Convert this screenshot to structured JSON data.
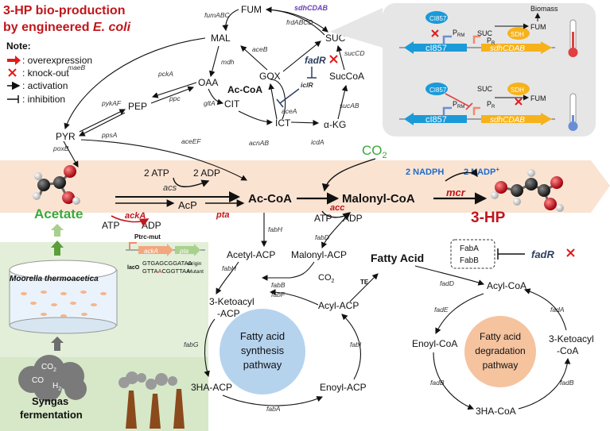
{
  "title": {
    "line1": "3-HP bio-production",
    "line2_prefix": "by engineered ",
    "line2_organism": "E. coli"
  },
  "legend": {
    "heading": "Note:",
    "items": [
      {
        "label": ": overexpression"
      },
      {
        "label": ": knock-out"
      },
      {
        "label": ": activation"
      },
      {
        "label": ": inhibition"
      }
    ]
  },
  "metabolites": {
    "fum": "FUM",
    "mal": "MAL",
    "suc": "SUC",
    "oaa": "OAA",
    "gox": "GOX",
    "ac_coa_top": "Ac-CoA",
    "succoa": "SucCoA",
    "pep": "PEP",
    "pyr": "PYR",
    "cit": "CIT",
    "ict": "ICT",
    "akg": "α-KG",
    "co2": "CO",
    "co2_sub": "2",
    "acetate": "Acetate",
    "acp": "AcP",
    "ac_coa": "Ac-CoA",
    "malonyl_coa": "Malonyl-CoA",
    "hp3": "3-HP",
    "nadph": "2 NADPH",
    "nadp": "2 NADP",
    "nadp_sup": "+",
    "atp2": "2 ATP",
    "adp2": "2 ADP",
    "atp": "ATP",
    "adp": "ADP",
    "atp_b": "ATP",
    "adp_b": "ADP",
    "fatty_acid": "Fatty Acid"
  },
  "enzymes": {
    "fumabc": "fumABC",
    "sdhcdab": "sdhCDAB",
    "frdabcd": "frdABCD",
    "mdh": "mdh",
    "aceb": "aceB",
    "fadr_top": "fadR",
    "iclr": "iclR",
    "succd": "sucCD",
    "sucab": "sucAB",
    "icda": "icdA",
    "acea": "aceA",
    "acnab": "acnAB",
    "glta": "gltA",
    "maeb": "maeB",
    "pcka": "pckA",
    "ppc": "ppc",
    "pykaf": "pykAF",
    "ppsa": "ppsA",
    "poxb": "poxB",
    "aceef": "aceEF",
    "acs": "acs",
    "acka": "ackA",
    "pta": "pta",
    "acc": "acc",
    "mcr": "mcr",
    "fabh": "fabH",
    "fabd": "fabD",
    "te": "TE"
  },
  "circuit": {
    "ci857": "CI857",
    "ci857_bar": "cI857",
    "prm": "P",
    "prm_sub": "RM",
    "pr": "P",
    "pr_sub": "R",
    "suc": "SUC",
    "sdh": "SDH",
    "fum": "FUM",
    "biomass": "Biomass",
    "sdhcdab": "sdhCDAB"
  },
  "ptrc": {
    "label": "Ptrc-mut",
    "acka": "ackA",
    "pta": "pta",
    "laco": "lacO",
    "seq_origin": "GTGAGCGGATAA",
    "seq_mutant_a": "GTTA",
    "seq_mutant_b": "A",
    "seq_mutant_c": "CGGTTAA",
    "origin": "Origin",
    "mutant": "Mutant"
  },
  "synthesis": {
    "acetyl_acp": "Acetyl-ACP",
    "malonyl_acp": "Malonyl-ACP",
    "ketoacyl_1": "3-Ketoacyl",
    "ketoacyl_2": "-ACP",
    "co2": "CO",
    "co2_sub": "2",
    "acyl_acp": "Acyl-ACP",
    "ha_acp": "3HA-ACP",
    "enoyl_acp": "Enoyl-ACP",
    "fabh": "fabH",
    "fabb": "fabB",
    "fabf": "fabF",
    "fabg": "fabG",
    "faba": "fabA",
    "fabi": "fabI",
    "center_1": "Fatty acid",
    "center_2": "synthesis",
    "center_3": "pathway"
  },
  "degradation": {
    "fab_a": "FabA",
    "fab_b": "FabB",
    "fadr": "fadR",
    "acyl_coa": "Acyl-CoA",
    "enoyl_coa": "Enoyl-CoA",
    "ketoacyl_1": "3-Ketoacyl",
    "ketoacyl_2": "-CoA",
    "ha_coa": "3HA-CoA",
    "fadd": "fadD",
    "fade": "fadE",
    "fada": "fadA",
    "fadb_1": "fadB",
    "fadb_2": "fadB",
    "center_1": "Fatty acid",
    "center_2": "degradation",
    "center_3": "pathway"
  },
  "fermentation": {
    "organism": "Moorella thermoacetica",
    "co2": "CO",
    "co2_sub": "2",
    "co": "CO",
    "h2": "H",
    "h2_sub": "2",
    "label_1": "Syngas",
    "label_2": "fermentation"
  },
  "colors": {
    "highlight_band": "#fbe3d2",
    "title_red": "#c0161b",
    "blue": "#1b9ad8",
    "green_panel": "#e3efd9",
    "synthesis": "#b6d3ee",
    "degradation": "#f6c39f"
  }
}
